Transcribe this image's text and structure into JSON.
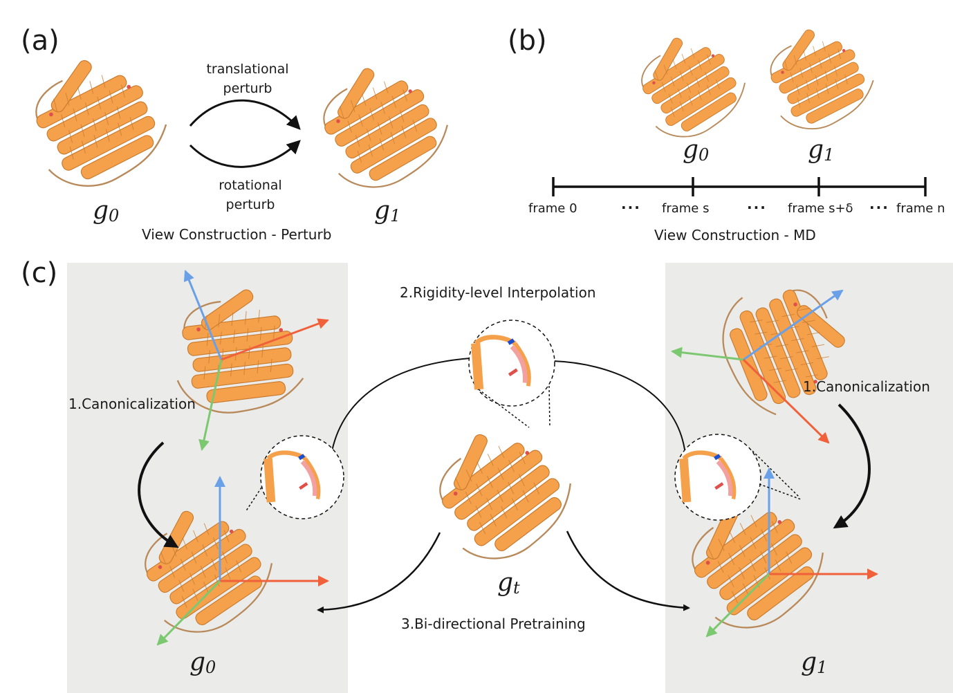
{
  "colors": {
    "protein": "#f5a04a",
    "protein_dark": "#c77a2e",
    "coil": "#b8895a",
    "highlight_red": "#e0504a",
    "axis_blue": "#6aa0e8",
    "axis_red": "#f0603a",
    "axis_green": "#7cc870",
    "panel_bg": "#ebebe9",
    "stick_pink": "#f2a0a0",
    "stick_blue": "#1a4fd0"
  },
  "panel_a": {
    "letter": "(a)",
    "top_arrow_label_1": "translational",
    "top_arrow_label_2": "perturb",
    "bottom_arrow_label_1": "rotational",
    "bottom_arrow_label_2": "perturb",
    "left_symbol": "g",
    "left_sub": "0",
    "right_symbol": "g",
    "right_sub": "1",
    "caption": "View Construction - Perturb"
  },
  "panel_b": {
    "letter": "(b)",
    "left_symbol": "g",
    "left_sub": "0",
    "right_symbol": "g",
    "right_sub": "1",
    "frames": [
      "frame 0",
      "frame s",
      "frame s+δ",
      "frame n"
    ],
    "dots": "···",
    "caption": "View Construction - MD"
  },
  "panel_c": {
    "letter": "(c)",
    "step_interp": "2.Rigidity-level Interpolation",
    "step_canon_left": "1.Canonicalization",
    "step_canon_right": "1.Canonicalization",
    "step_pretrain": "3.Bi-directional Pretraining",
    "left_symbol": "g",
    "left_sub": "0",
    "center_symbol": "g",
    "center_sub": "t",
    "right_symbol": "g",
    "right_sub": "1"
  }
}
